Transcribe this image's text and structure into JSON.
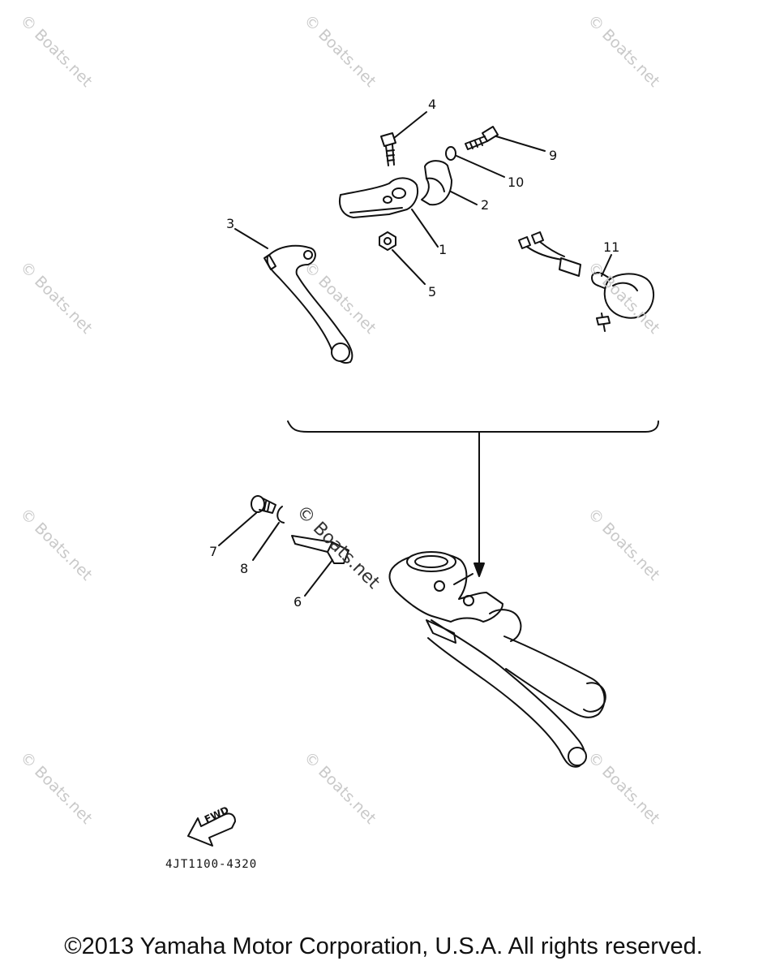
{
  "watermark_text": "© Boats.net",
  "callouts": {
    "c1": "1",
    "c2": "2",
    "c3": "3",
    "c4": "4",
    "c5": "5",
    "c6": "6",
    "c7": "7",
    "c8": "8",
    "c9": "9",
    "c10": "10",
    "c11": "11"
  },
  "fwd_label": "FWD",
  "part_code": "4JT1100-4320",
  "copyright": "©2013 Yamaha Motor Corporation, U.S.A. All rights reserved."
}
